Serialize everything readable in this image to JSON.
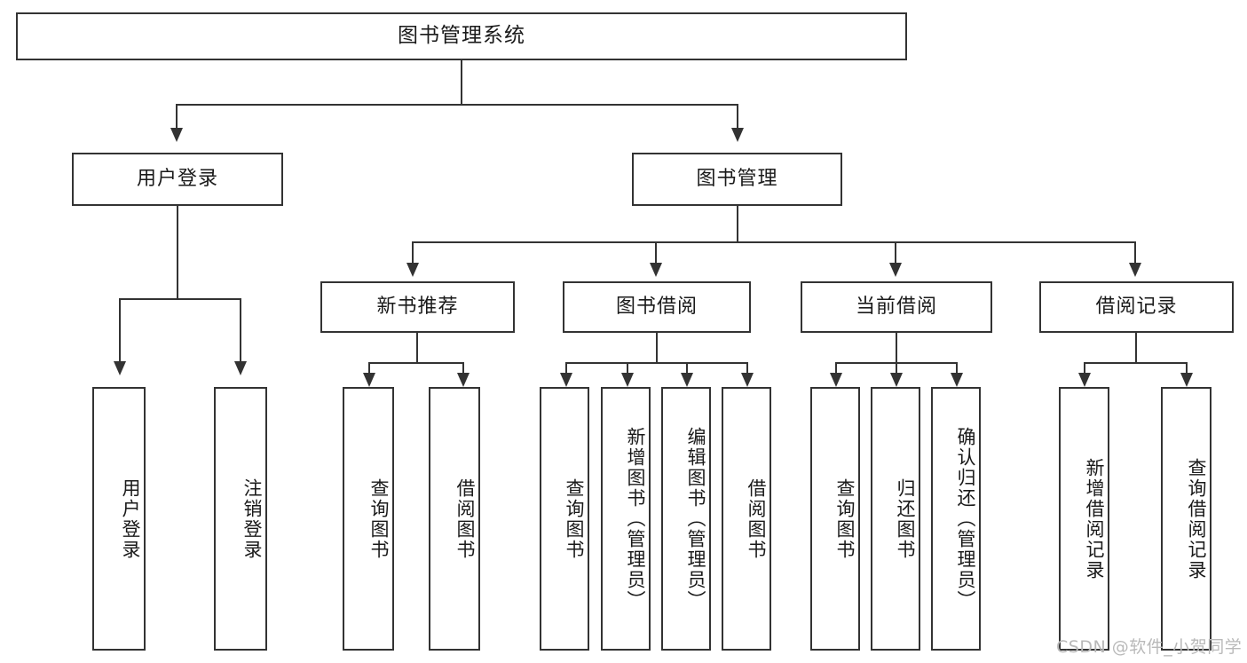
{
  "diagram": {
    "title": "图书管理系统",
    "type": "tree-hierarchy",
    "root": {
      "label": "图书管理系统"
    },
    "level2": [
      {
        "label": "用户登录"
      },
      {
        "label": "图书管理"
      }
    ],
    "level3": [
      {
        "label": "新书推荐"
      },
      {
        "label": "图书借阅"
      },
      {
        "label": "当前借阅"
      },
      {
        "label": "借阅记录"
      }
    ],
    "leaves": {
      "user_login": [
        {
          "label": "用户登录"
        },
        {
          "label": "注销登录"
        }
      ],
      "new_book_recommend": [
        {
          "label": "查询图书"
        },
        {
          "label": "借阅图书"
        }
      ],
      "book_borrow": [
        {
          "label": "查询图书"
        },
        {
          "label": "新增图书（管理员）"
        },
        {
          "label": "编辑图书（管理员）"
        },
        {
          "label": "借阅图书"
        }
      ],
      "current_borrow": [
        {
          "label": "查询图书"
        },
        {
          "label": "归还图书"
        },
        {
          "label": "确认归还（管理员）"
        }
      ],
      "borrow_records": [
        {
          "label": "新增借阅记录"
        },
        {
          "label": "查询借阅记录"
        }
      ]
    }
  },
  "watermark": {
    "text": "CSDN @软件_小贺同学"
  },
  "colors": {
    "stroke": "#333333",
    "text": "#1a1a1a",
    "background": "#ffffff",
    "watermark": "#b9b9b9"
  }
}
